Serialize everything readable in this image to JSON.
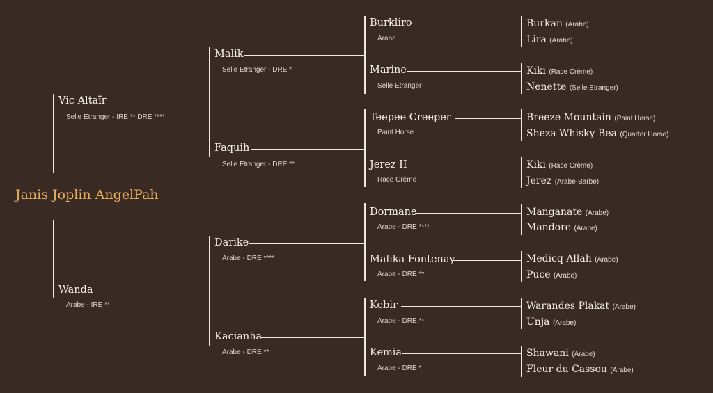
{
  "subject": "Janis Joplin AngelPah",
  "generations": {
    "g1": [
      {
        "name": "Vic Altaïr",
        "detail": "Selle Etranger - IRE **   DRE ****"
      },
      {
        "name": "Wanda",
        "detail": "Arabe - IRE **"
      }
    ],
    "g2": [
      {
        "name": "Malik",
        "detail": "Selle Etranger - DRE *"
      },
      {
        "name": "Faquih",
        "detail": "Selle Etranger - DRE **"
      },
      {
        "name": "Darike",
        "detail": "Arabe - DRE ****"
      },
      {
        "name": "Kacianha",
        "detail": "Arabe - DRE **"
      }
    ],
    "g3": [
      {
        "name": "Burkliro",
        "detail": "Arabe"
      },
      {
        "name": "Marine",
        "detail": "Selle Etranger"
      },
      {
        "name": "Teepee Creeper",
        "detail": "Paint Horse"
      },
      {
        "name": "Jerez II",
        "detail": "Race Crème"
      },
      {
        "name": "Dormane",
        "detail": "Arabe - DRE ****"
      },
      {
        "name": "Malika Fontenay",
        "detail": "Arabe - DRE **"
      },
      {
        "name": "Kebir",
        "detail": "Arabe - DRE **"
      },
      {
        "name": "Kemia",
        "detail": "Arabe - DRE *"
      }
    ],
    "g4": [
      {
        "name": "Burkan",
        "breed": "(Arabe)"
      },
      {
        "name": "Lira",
        "breed": "(Arabe)"
      },
      {
        "name": "Kiki",
        "breed": "(Race Crème)"
      },
      {
        "name": "Nenette",
        "breed": "(Selle Etranger)"
      },
      {
        "name": "Breeze Mountain",
        "breed": "(Paint Horse)"
      },
      {
        "name": "Sheza Whisky Bea",
        "breed": "(Quarter Horse)"
      },
      {
        "name": "Kiki",
        "breed": "(Race Crème)"
      },
      {
        "name": "Jerez",
        "breed": "(Arabe-Barbe)"
      },
      {
        "name": "Manganate",
        "breed": "(Arabe)"
      },
      {
        "name": "Mandore",
        "breed": "(Arabe)"
      },
      {
        "name": "Medicq Allah",
        "breed": "(Arabe)"
      },
      {
        "name": "Puce",
        "breed": "(Arabe)"
      },
      {
        "name": "Warandes Plakat",
        "breed": "(Arabe)"
      },
      {
        "name": "Unja",
        "breed": "(Arabe)"
      },
      {
        "name": "Shawani",
        "breed": "(Arabe)"
      },
      {
        "name": "Fleur du Cassou",
        "breed": "(Arabe)"
      }
    ]
  },
  "colors": {
    "background": "#3a2a24",
    "lines": "#efe9e2",
    "subject": "#e8ae5e",
    "text": "#f6f0e8"
  }
}
